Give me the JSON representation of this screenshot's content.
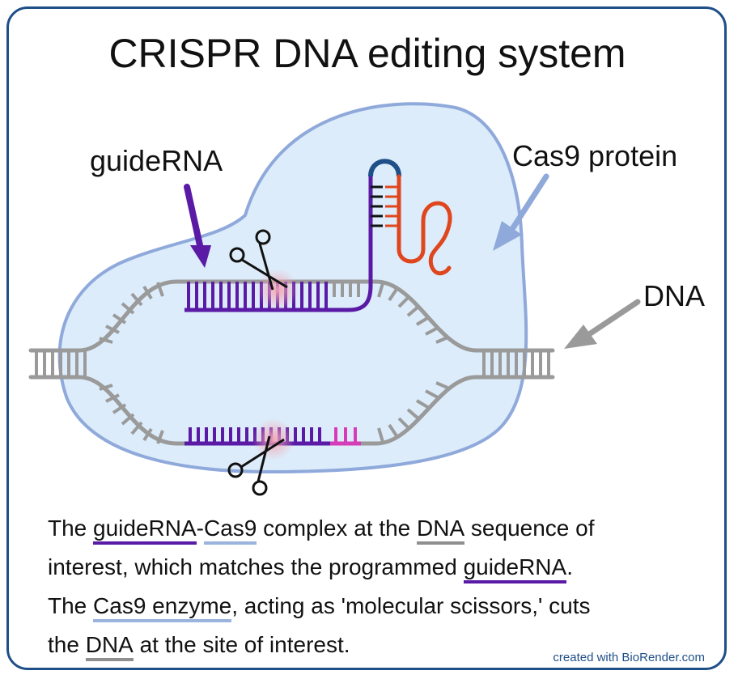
{
  "title": "CRISPR DNA editing system",
  "labels": {
    "guide_rna": "guideRNA",
    "cas9": "Cas9 protein",
    "dna": "DNA"
  },
  "caption": {
    "line1": [
      "The ",
      "guideRNA",
      "-",
      "Cas9",
      " complex at the ",
      "DNA",
      " sequence of"
    ],
    "line2": [
      "interest, which matches the programmed ",
      "guideRNA",
      "."
    ],
    "line3": [
      "The ",
      "Cas9 enzyme",
      ", acting as 'molecular scissors,' cuts"
    ],
    "line4": [
      "the ",
      "DNA",
      " at the site of interest."
    ]
  },
  "credit": "created with BioRender.com",
  "colors": {
    "frame": "#1f4f88",
    "protein_fill": "#dcecfa",
    "protein_stroke": "#8fa9db",
    "dna": "#9a9a9a",
    "guide_rna": "#5a1aa6",
    "rna_loop": "#e0461e",
    "pam": "#d63cb8",
    "cut_glow": "#f3a5b5"
  },
  "icons": [
    "scissors-icon",
    "arrow-icon"
  ]
}
